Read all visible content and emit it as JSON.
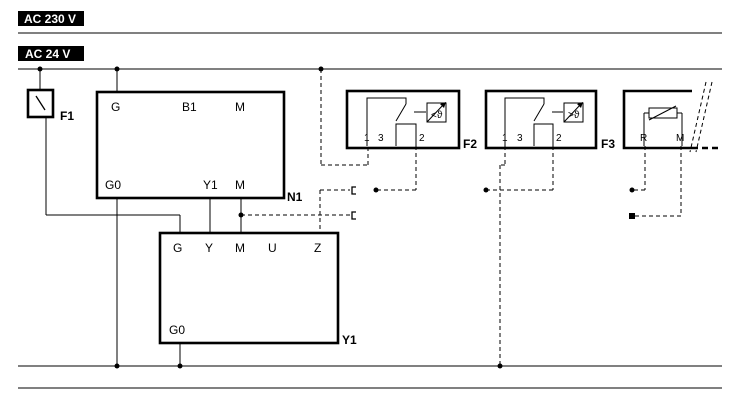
{
  "rails": {
    "ac230": "AC 230 V",
    "ac24": "AC 24 V"
  },
  "f1": {
    "label": "F1"
  },
  "n1": {
    "label": "N1",
    "g": "G",
    "b1": "B1",
    "m_top": "M",
    "g0": "G0",
    "y1": "Y1",
    "m_bottom": "M"
  },
  "y1": {
    "label": "Y1",
    "g": "G",
    "y": "Y",
    "m": "M",
    "u": "U",
    "z": "Z",
    "g0": "G0"
  },
  "f2": {
    "label": "F2",
    "t1": "1",
    "t3": "3",
    "t2": "2",
    "symbol": "<ϑ"
  },
  "f3": {
    "label": "F3",
    "t1": "1",
    "t3": "3",
    "t2": "2",
    "symbol": ">ϑ"
  },
  "sensor": {
    "r": "R",
    "m": "M"
  }
}
